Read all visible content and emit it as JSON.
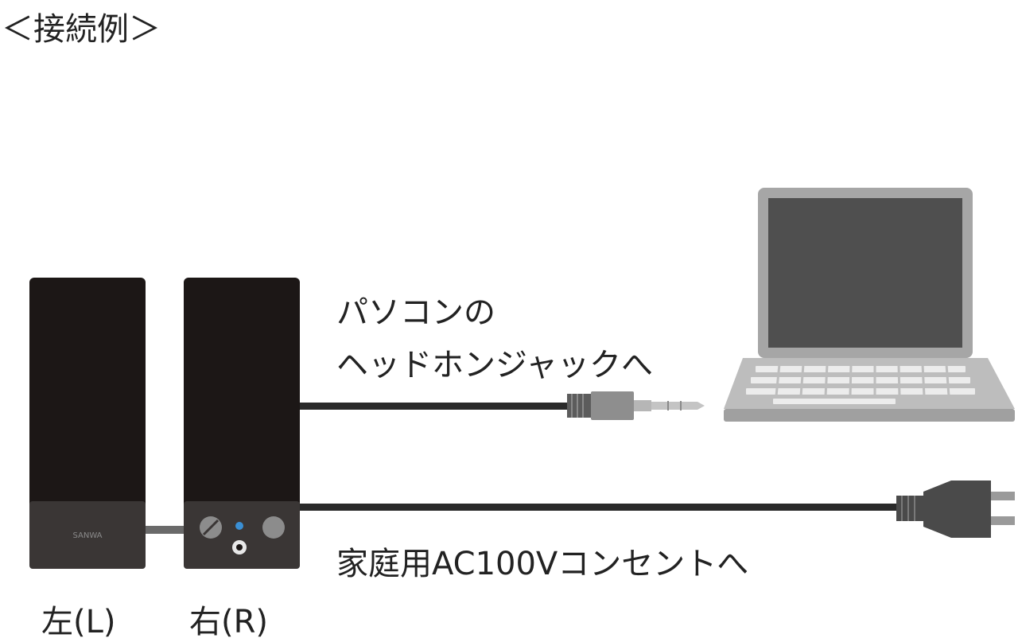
{
  "title": "＜接続例＞",
  "headphone_label_line1": "パソコンの",
  "headphone_label_line2": "ヘッドホンジャックへ",
  "outlet_label": "家庭用AC100Vコンセントへ",
  "left_speaker_label": "左(L)",
  "right_speaker_label": "右(R)",
  "speaker_logo": "SANWA",
  "colors": {
    "speaker_body": "#1c1716",
    "speaker_base": "#3a3635",
    "cable": "#2a2a2a",
    "laptop_frame": "#a6a6a6",
    "laptop_screen": "#4f4f4f",
    "plug": "#4a4a4a",
    "led": "#3a8fd4"
  }
}
